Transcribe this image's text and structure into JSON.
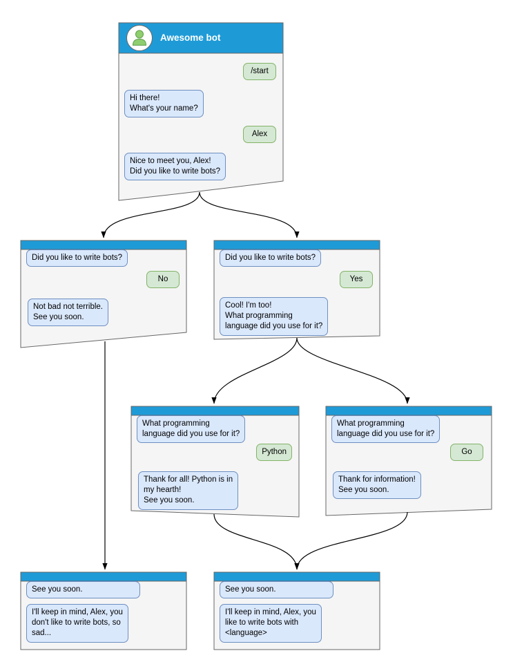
{
  "colors": {
    "header_blue": "#1E9BD7",
    "bot_bubble_bg": "#DAE8FC",
    "bot_bubble_border": "#6C8EBF",
    "user_bubble_bg": "#D5E8D4",
    "user_bubble_border": "#82B366",
    "window_bg": "#F5F5F5",
    "window_border": "#666666",
    "avatar_green": "#8FCE6E",
    "avatar_green_border": "#5E9E4A",
    "arrow_black": "#000000"
  },
  "icons": {
    "avatar": "person-icon"
  },
  "windows": {
    "root": {
      "title": "Awesome bot",
      "messages": {
        "start": "/start",
        "ask_name": "Hi there!\nWhat's your name?",
        "name": "Alex",
        "ask_bots": "Nice to meet you, Alex!\nDid you like to write bots?"
      }
    },
    "no_branch": {
      "messages": {
        "question": "Did you like to write bots?",
        "answer": "No",
        "reply": "Not bad not terrible.\nSee you soon."
      }
    },
    "yes_branch": {
      "messages": {
        "question": "Did you like to write bots?",
        "answer": "Yes",
        "reply": "Cool! I'm too!\nWhat programming\nlanguage did you use for it?"
      }
    },
    "python_branch": {
      "messages": {
        "question": "What programming\nlanguage did you use for it?",
        "answer": "Python",
        "reply": "Thank for all! Python is in\nmy hearth!\nSee you soon."
      }
    },
    "go_branch": {
      "messages": {
        "question": "What programming\nlanguage did you use for it?",
        "answer": "Go",
        "reply": "Thank for information!\nSee you soon."
      }
    },
    "end_no": {
      "messages": {
        "intro": "See you soon.",
        "summary": "I'll keep in mind, Alex, you\ndon't like to write bots, so\nsad..."
      }
    },
    "end_yes": {
      "messages": {
        "intro": "See you soon.",
        "summary": "I'll keep in mind, Alex, you\nlike to write bots with\n<language>"
      }
    }
  },
  "edges": [
    {
      "from": "root",
      "to": "no_branch"
    },
    {
      "from": "root",
      "to": "yes_branch"
    },
    {
      "from": "yes_branch",
      "to": "python_branch"
    },
    {
      "from": "yes_branch",
      "to": "go_branch"
    },
    {
      "from": "no_branch",
      "to": "end_no"
    },
    {
      "from": "python_branch",
      "to": "end_yes"
    },
    {
      "from": "go_branch",
      "to": "end_yes"
    }
  ]
}
